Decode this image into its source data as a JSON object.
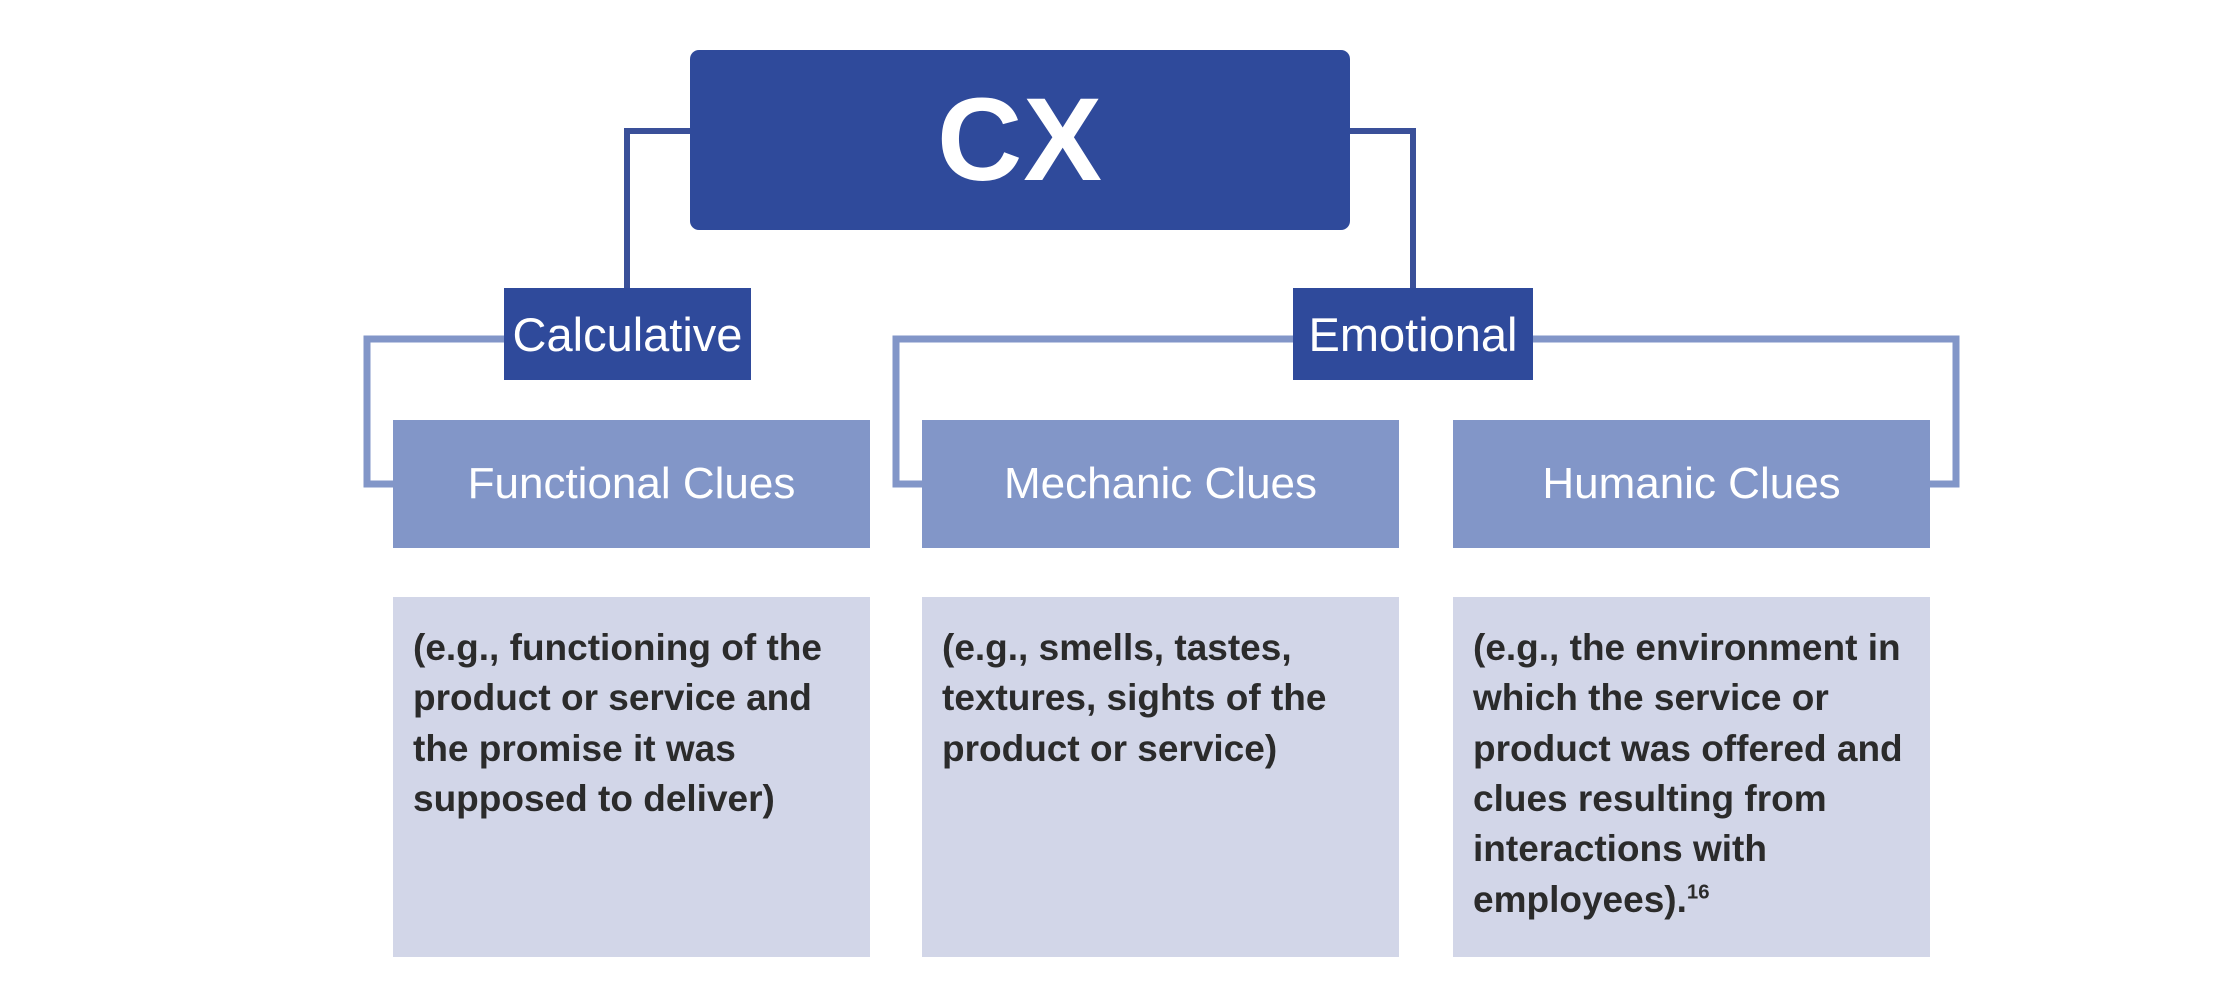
{
  "diagram": {
    "title": "CX",
    "root": {
      "label": "CX"
    },
    "branches": [
      {
        "id": "calculative",
        "label": "Calculative"
      },
      {
        "id": "emotional",
        "label": "Emotional"
      }
    ],
    "clues": [
      {
        "id": "functional",
        "label": "Functional Clues"
      },
      {
        "id": "mechanic",
        "label": "Mechanic Clues"
      },
      {
        "id": "humanic",
        "label": "Humanic Clues"
      }
    ],
    "descriptions": [
      {
        "id": "functional-desc",
        "text": "(e.g., functioning of the product or service and the promise it was supposed to deliver)",
        "footnote": ""
      },
      {
        "id": "mechanic-desc",
        "text": "(e.g., smells, tastes, textures, sights of the product or service)",
        "footnote": ""
      },
      {
        "id": "humanic-desc",
        "text": "(e.g., the environment in which the service or product was offered and clues resulting from interactions with employees).",
        "footnote": "16"
      }
    ]
  },
  "colors": {
    "root_fill": "#2F4A9B",
    "branch_fill": "#2F4A9B",
    "clue_fill": "#8296C8",
    "description_fill": "#D2D6E8",
    "connector_dark": "#3A5099",
    "connector_light": "#8296C8",
    "text_on_blue": "#FFFFFF",
    "text_dark": "#2B2B2B",
    "background": "#FFFFFF"
  }
}
